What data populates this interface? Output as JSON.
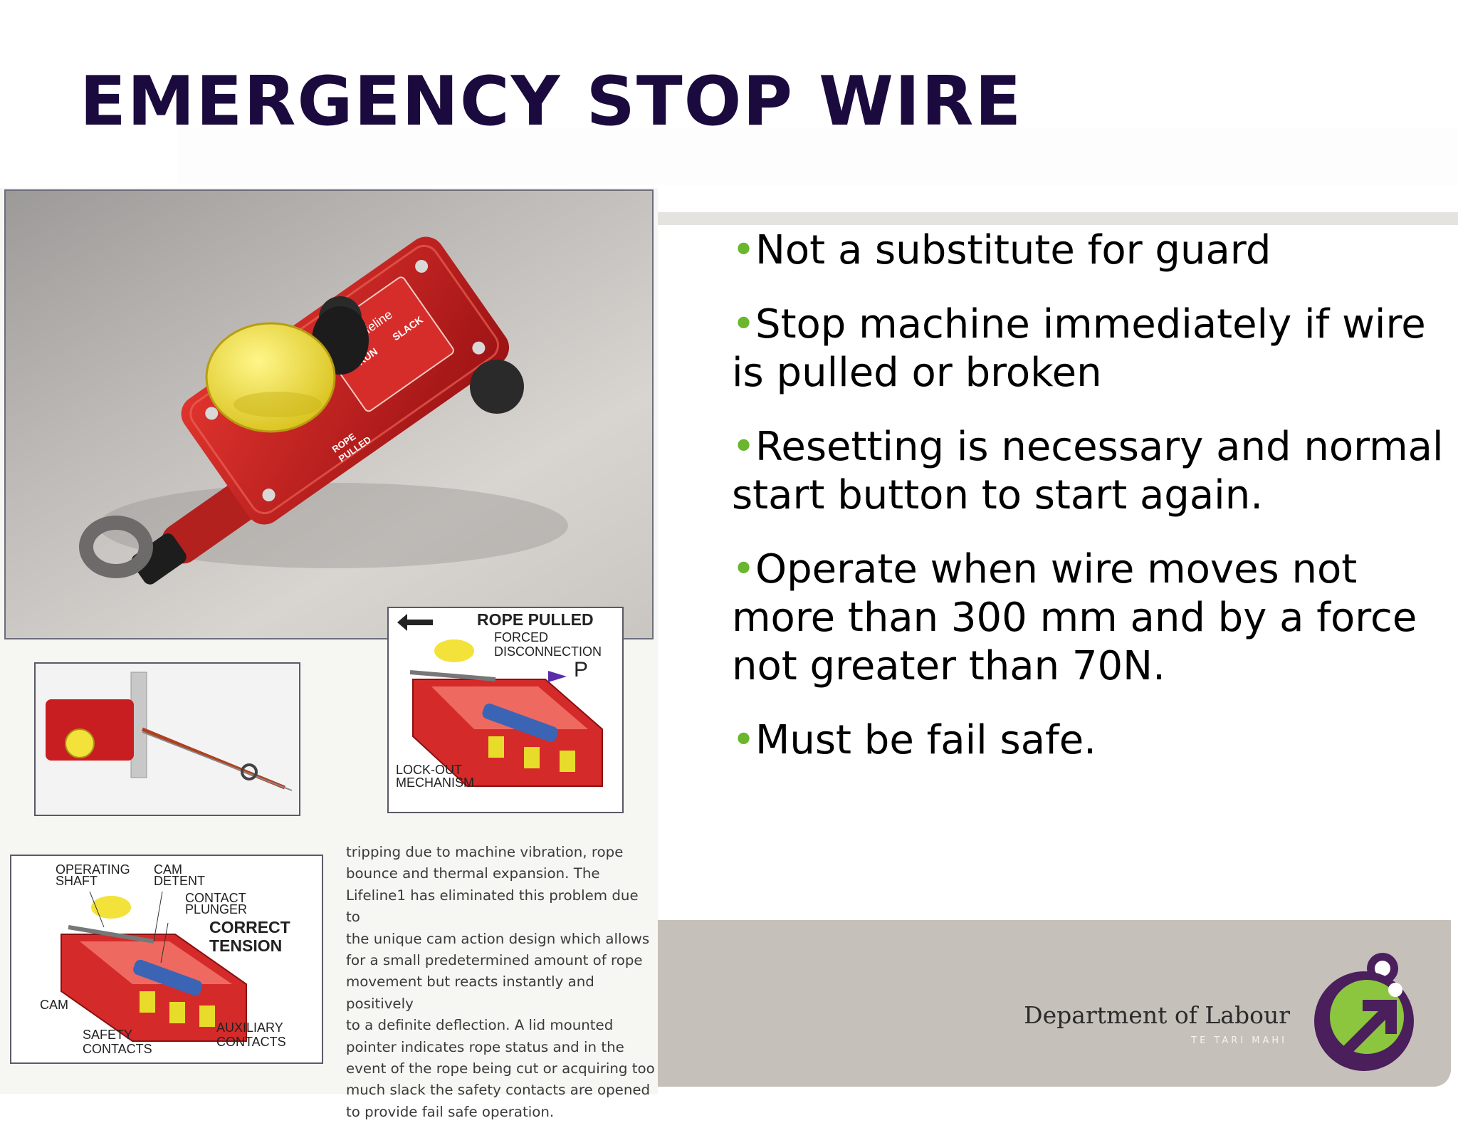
{
  "slide": {
    "title": "EMERGENCY STOP WIRE",
    "bullets": [
      "Not a substitute for guard",
      "Stop machine immediately if wire is pulled or broken",
      "Resetting is necessary and normal start button to start again.",
      "Operate when wire moves not more than 300 mm and by a force not greater than 70N.",
      "Must be fail safe."
    ],
    "bullet_glyph": "•",
    "colors": {
      "title": "#1b0a3e",
      "bullet": "#6ab62f",
      "footer": "#c6c0bb",
      "logo_purple": "#4a1f5c",
      "logo_green": "#8cc63f",
      "device_red": "#c81e22",
      "button_yellow": "#f2e23a"
    }
  },
  "figure": {
    "device_labels": {
      "run": "RUN",
      "slack": "SLACK",
      "rope": "ROPE",
      "pulled": "PULLED",
      "brand": "Lifeline"
    },
    "rope_pulled": {
      "heading": "ROPE PULLED",
      "sub1": "FORCED",
      "sub2": "DISCONNECTION",
      "lockout1": "LOCK-OUT",
      "lockout2": "MECHANISM",
      "marker": "P"
    },
    "correct_tension": {
      "heading1": "CORRECT",
      "heading2": "TENSION",
      "operating1": "OPERATING",
      "operating2": "SHAFT",
      "cam_detent1": "CAM",
      "cam_detent2": "DETENT",
      "contact1": "CONTACT",
      "contact2": "PLUNGER",
      "cam": "CAM",
      "safety1": "SAFETY",
      "safety2": "CONTACTS",
      "aux1": "AUXILIARY",
      "aux2": "CONTACTS"
    },
    "caption_lines": [
      "tripping due to machine vibration, rope",
      "bounce and thermal expansion. The",
      "Lifeline1 has eliminated this problem due to",
      "the unique cam action design which allows",
      "for a small predetermined amount of rope",
      "movement but reacts instantly and positively",
      "to a definite deflection. A lid mounted",
      "pointer indicates rope status and in the",
      "event of the rope being cut or acquiring too",
      "much slack the safety contacts are opened",
      "to provide fail safe operation."
    ]
  },
  "footer": {
    "department": "Department of Labour",
    "maori_name": "TE TARI MAHI",
    "logo_icon": "arrow-globe-logo-icon"
  }
}
